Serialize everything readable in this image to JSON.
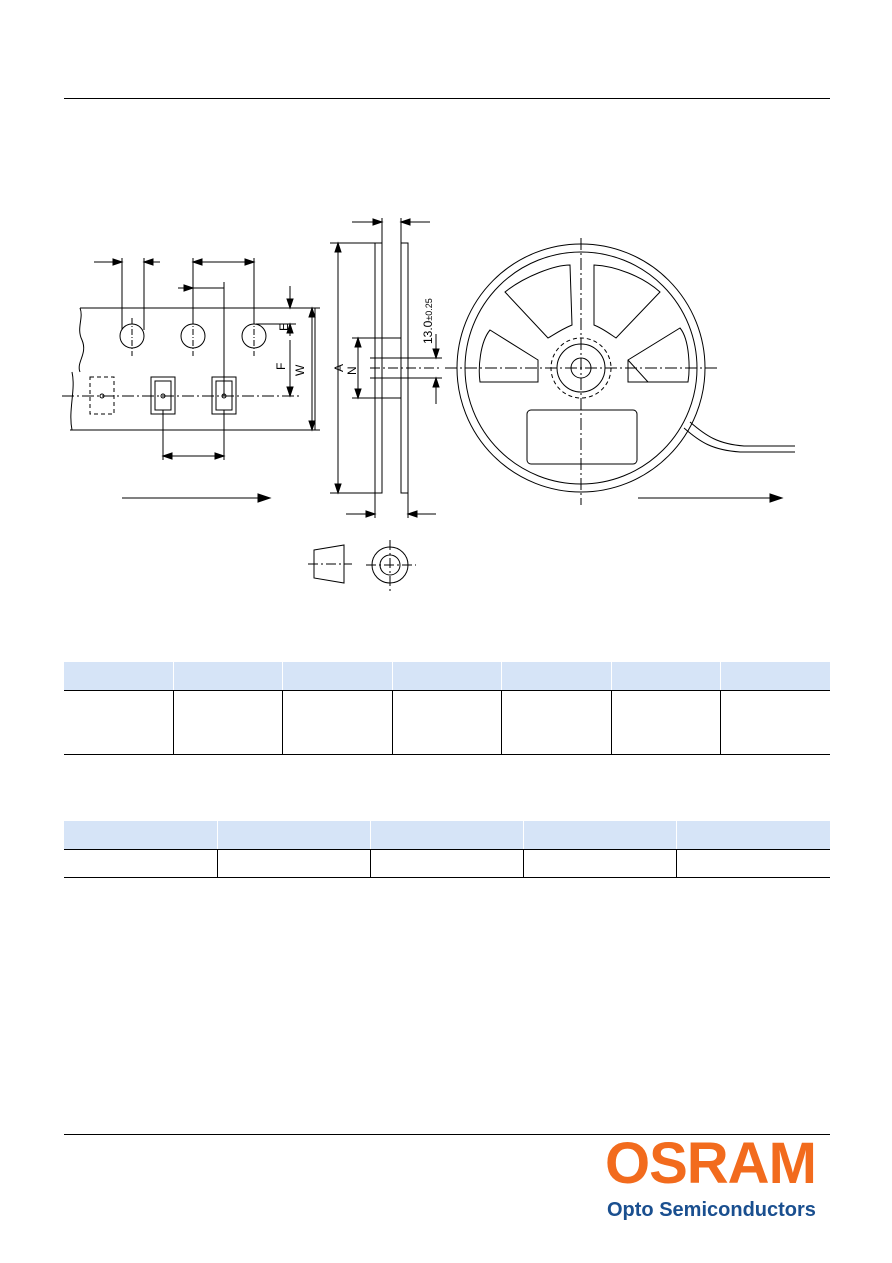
{
  "drawing": {
    "tape_labels": [
      "E",
      "F",
      "W"
    ],
    "reel_labels": [
      "A",
      "N"
    ],
    "hub_dimension": "13.0",
    "hub_tolerance": "±0.25"
  },
  "table1": {
    "columns": 7,
    "header": [
      "",
      "",
      "",
      "",
      "",
      "",
      ""
    ],
    "rows": [
      [
        "",
        "",
        "",
        "",
        "",
        "",
        ""
      ]
    ]
  },
  "table2": {
    "columns": 5,
    "header": [
      "",
      "",
      "",
      "",
      ""
    ],
    "rows": [
      [
        "",
        "",
        "",
        "",
        ""
      ]
    ]
  },
  "brand": {
    "logo_text": "OSRAM",
    "tagline": "Opto Semiconductors",
    "logo_color": "#f26b1d",
    "tagline_color": "#1a4f8f",
    "header_fill": "#d6e4f7"
  }
}
